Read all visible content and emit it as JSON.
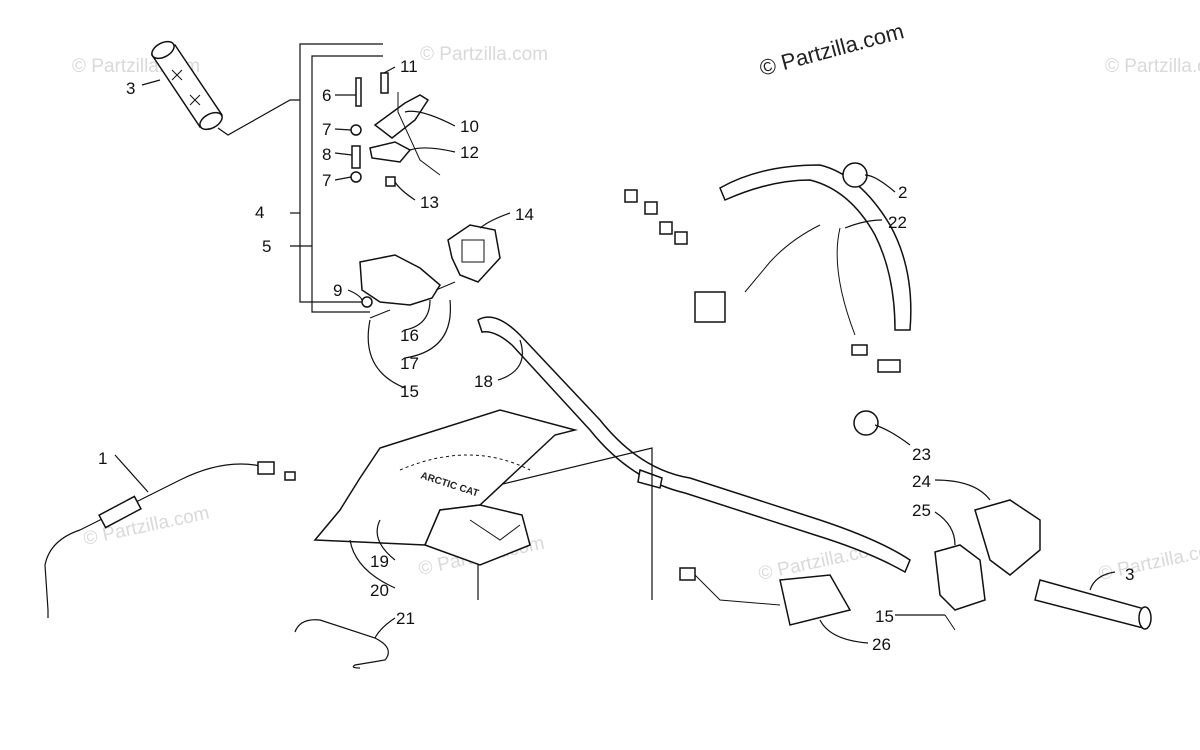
{
  "copyright": "© Partzilla.com",
  "watermark": "© Partzilla.com",
  "hood_logo": "ARCTIC CAT",
  "callouts": [
    {
      "id": "c1",
      "text": "1"
    },
    {
      "id": "c2",
      "text": "2"
    },
    {
      "id": "c3a",
      "text": "3"
    },
    {
      "id": "c3b",
      "text": "3"
    },
    {
      "id": "c4",
      "text": "4"
    },
    {
      "id": "c5",
      "text": "5"
    },
    {
      "id": "c6",
      "text": "6"
    },
    {
      "id": "c7a",
      "text": "7"
    },
    {
      "id": "c7b",
      "text": "7"
    },
    {
      "id": "c8",
      "text": "8"
    },
    {
      "id": "c9",
      "text": "9"
    },
    {
      "id": "c10",
      "text": "10"
    },
    {
      "id": "c11",
      "text": "11"
    },
    {
      "id": "c12",
      "text": "12"
    },
    {
      "id": "c13",
      "text": "13"
    },
    {
      "id": "c14",
      "text": "14"
    },
    {
      "id": "c15a",
      "text": "15"
    },
    {
      "id": "c15b",
      "text": "15"
    },
    {
      "id": "c16",
      "text": "16"
    },
    {
      "id": "c17",
      "text": "17"
    },
    {
      "id": "c18",
      "text": "18"
    },
    {
      "id": "c19",
      "text": "19"
    },
    {
      "id": "c20",
      "text": "20"
    },
    {
      "id": "c21",
      "text": "21"
    },
    {
      "id": "c22",
      "text": "22"
    },
    {
      "id": "c23",
      "text": "23"
    },
    {
      "id": "c24",
      "text": "24"
    },
    {
      "id": "c25",
      "text": "25"
    },
    {
      "id": "c26",
      "text": "26"
    }
  ]
}
